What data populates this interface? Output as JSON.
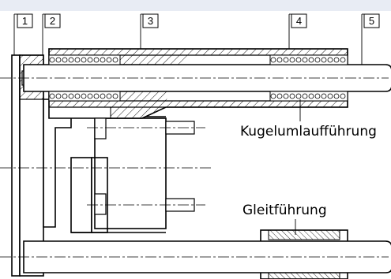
{
  "diagram": {
    "callouts": [
      "1",
      "2",
      "3",
      "4",
      "5"
    ],
    "labels": {
      "ball_guide": "Kugelumlaufführung",
      "plain_guide": "Gleitführung"
    }
  },
  "colors": {
    "header_band": "#e8ecf4",
    "line": "#000000",
    "background": "#ffffff"
  }
}
